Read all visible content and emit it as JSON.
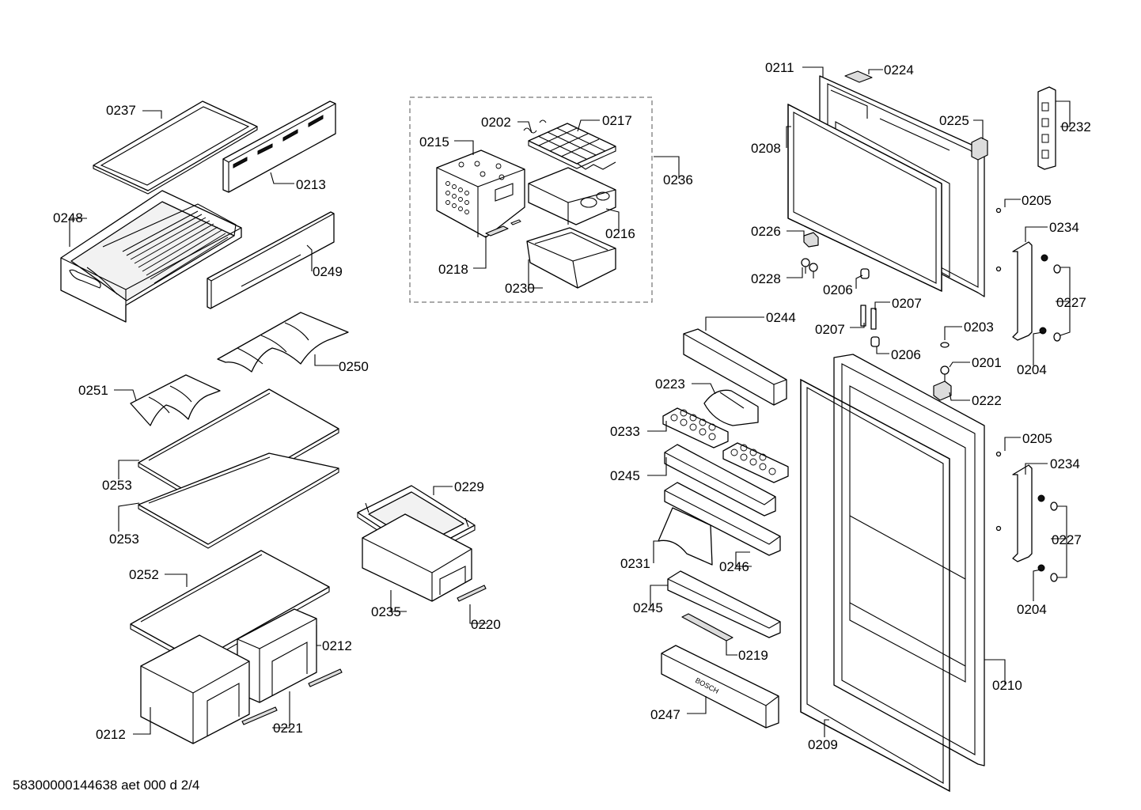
{
  "diagram": {
    "footer": "58300000144638 aet 000 d 2/4",
    "callouts": [
      {
        "id": "c0237",
        "text": "0237"
      },
      {
        "id": "c0213",
        "text": "0213"
      },
      {
        "id": "c0248",
        "text": "0248"
      },
      {
        "id": "c0249",
        "text": "0249"
      },
      {
        "id": "c0250",
        "text": "0250"
      },
      {
        "id": "c0251",
        "text": "0251"
      },
      {
        "id": "c0253a",
        "text": "0253"
      },
      {
        "id": "c0253b",
        "text": "0253"
      },
      {
        "id": "c0252",
        "text": "0252"
      },
      {
        "id": "c0212a",
        "text": "0212"
      },
      {
        "id": "c0212b",
        "text": "0212"
      },
      {
        "id": "c0221",
        "text": "0221"
      },
      {
        "id": "c0202",
        "text": "0202"
      },
      {
        "id": "c0217",
        "text": "0217"
      },
      {
        "id": "c0215",
        "text": "0215"
      },
      {
        "id": "c0236",
        "text": "0236"
      },
      {
        "id": "c0216",
        "text": "0216"
      },
      {
        "id": "c0218",
        "text": "0218"
      },
      {
        "id": "c0230",
        "text": "0230"
      },
      {
        "id": "c0229",
        "text": "0229"
      },
      {
        "id": "c0235",
        "text": "0235"
      },
      {
        "id": "c0220",
        "text": "0220"
      },
      {
        "id": "c0211",
        "text": "0211"
      },
      {
        "id": "c0224",
        "text": "0224"
      },
      {
        "id": "c0225",
        "text": "0225"
      },
      {
        "id": "c0232",
        "text": "0232"
      },
      {
        "id": "c0208",
        "text": "0208"
      },
      {
        "id": "c0205a",
        "text": "0205"
      },
      {
        "id": "c0234a",
        "text": "0234"
      },
      {
        "id": "c0226",
        "text": "0226"
      },
      {
        "id": "c0228",
        "text": "0228"
      },
      {
        "id": "c0206a",
        "text": "0206"
      },
      {
        "id": "c0227a",
        "text": "0227"
      },
      {
        "id": "c0207a",
        "text": "0207"
      },
      {
        "id": "c0207b",
        "text": "0207"
      },
      {
        "id": "c0203",
        "text": "0203"
      },
      {
        "id": "c0206b",
        "text": "0206"
      },
      {
        "id": "c0204a",
        "text": "0204"
      },
      {
        "id": "c0244",
        "text": "0244"
      },
      {
        "id": "c0201",
        "text": "0201"
      },
      {
        "id": "c0223",
        "text": "0223"
      },
      {
        "id": "c0222",
        "text": "0222"
      },
      {
        "id": "c0233",
        "text": "0233"
      },
      {
        "id": "c0205b",
        "text": "0205"
      },
      {
        "id": "c0234b",
        "text": "0234"
      },
      {
        "id": "c0245a",
        "text": "0245"
      },
      {
        "id": "c0227b",
        "text": "0227"
      },
      {
        "id": "c0231",
        "text": "0231"
      },
      {
        "id": "c0246",
        "text": "0246"
      },
      {
        "id": "c0204b",
        "text": "0204"
      },
      {
        "id": "c0245b",
        "text": "0245"
      },
      {
        "id": "c0219",
        "text": "0219"
      },
      {
        "id": "c0210",
        "text": "0210"
      },
      {
        "id": "c0247",
        "text": "0247"
      },
      {
        "id": "c0209",
        "text": "0209"
      }
    ],
    "bin_brand": "BOSCH"
  }
}
